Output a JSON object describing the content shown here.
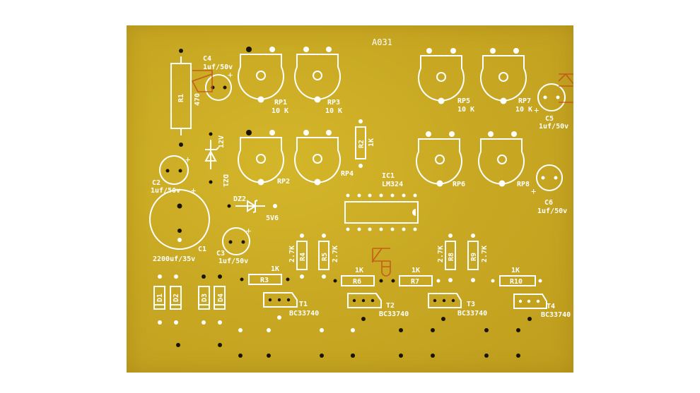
{
  "board": {
    "id": "A031",
    "colors": {
      "substrate": "#c9a923",
      "silkscreen": "#ffffff",
      "hole": "#1a1406",
      "marker_ink": "#c4501a"
    },
    "hand_marking": "KB"
  },
  "components": {
    "R1": {
      "ref": "R1",
      "value": "470"
    },
    "R2": {
      "ref": "R2",
      "value": "1K"
    },
    "R3": {
      "ref": "R3",
      "value": "1K"
    },
    "R4": {
      "ref": "R4",
      "value": "2.7K"
    },
    "R5": {
      "ref": "R5",
      "value": "2.7K"
    },
    "R6": {
      "ref": "R6",
      "value": "1K"
    },
    "R7": {
      "ref": "R7",
      "value": "1K"
    },
    "R8": {
      "ref": "R8",
      "value": "2.7K"
    },
    "R9": {
      "ref": "R9",
      "value": "2.7K"
    },
    "R10": {
      "ref": "R10",
      "value": "1K"
    },
    "C1": {
      "ref": "C1",
      "value": "2200uf/35v"
    },
    "C2": {
      "ref": "C2",
      "value": "1uf/50v"
    },
    "C3": {
      "ref": "C3",
      "value": "1uf/50v"
    },
    "C4": {
      "ref": "C4",
      "value": "1uf/50v"
    },
    "C5": {
      "ref": "C5",
      "value": "1uf/50v"
    },
    "C6": {
      "ref": "C6",
      "value": "1uf/50v"
    },
    "RP1": {
      "ref": "RP1",
      "value": "10 K"
    },
    "RP2": {
      "ref": "RP2"
    },
    "RP3": {
      "ref": "RP3",
      "value": "10 K"
    },
    "RP4": {
      "ref": "RP4"
    },
    "RP5": {
      "ref": "RP5",
      "value": "10 K"
    },
    "RP6": {
      "ref": "RP6"
    },
    "RP7": {
      "ref": "RP7",
      "value": "10 K"
    },
    "RP8": {
      "ref": "RP8"
    },
    "DZ1": {
      "ref": "DZ1",
      "value": "12V"
    },
    "DZ2": {
      "ref": "DZ2",
      "value": "5V6"
    },
    "IC1": {
      "ref": "IC1",
      "value": "LM324"
    },
    "D1": {
      "ref": "D1"
    },
    "D2": {
      "ref": "D2"
    },
    "D3": {
      "ref": "D3"
    },
    "D4": {
      "ref": "D4"
    },
    "T1": {
      "ref": "T1",
      "value": "BC33740"
    },
    "T2": {
      "ref": "T2",
      "value": "BC33740"
    },
    "T3": {
      "ref": "T3",
      "value": "BC33740"
    },
    "T4": {
      "ref": "T4",
      "value": "BC33740"
    }
  },
  "symbols": {
    "plus": "+"
  }
}
